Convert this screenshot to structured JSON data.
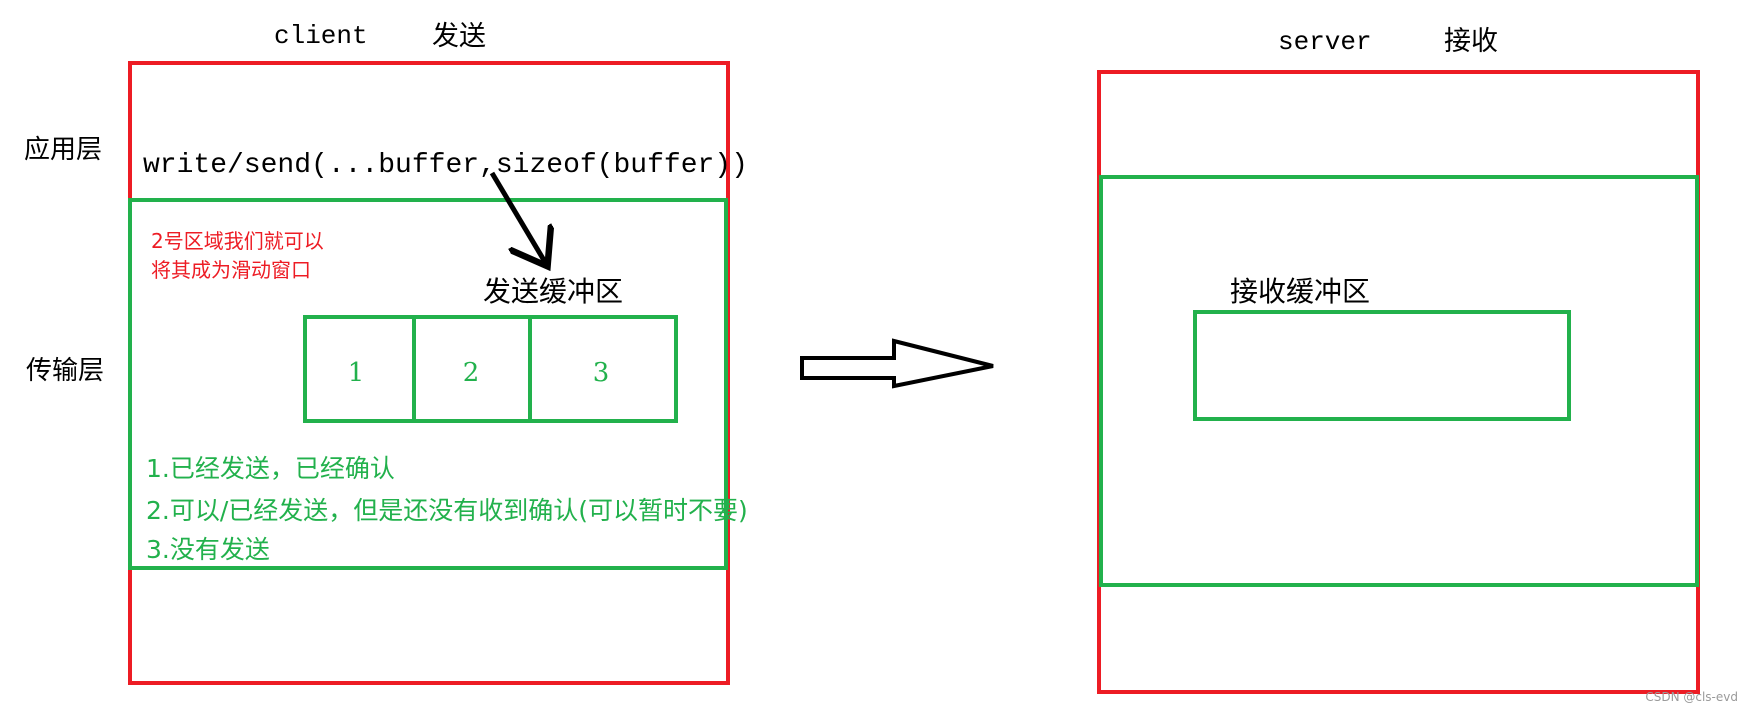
{
  "client": {
    "title": "client",
    "title_cn": "发送",
    "layer_app": "应用层",
    "layer_transport": "传输层",
    "call": "write/send(...buffer,sizeof(buffer))",
    "note_line1": "2号区域我们就可以",
    "note_line2": "将其成为滑动窗口",
    "buffer_label": "发送缓冲区",
    "buffer_cells": [
      "1",
      "2",
      "3"
    ],
    "legend": [
      "1.已经发送，已经确认",
      "2.可以/已经发送，但是还没有收到确认(可以暂时不要)",
      "3.没有发送"
    ]
  },
  "server": {
    "title": "server",
    "title_cn": "接收",
    "buffer_label": "接收缓冲区"
  },
  "watermark": "CSDN @cls-evd",
  "colors": {
    "red": "#ed1c24",
    "green": "#22b14c",
    "black": "#000000"
  }
}
